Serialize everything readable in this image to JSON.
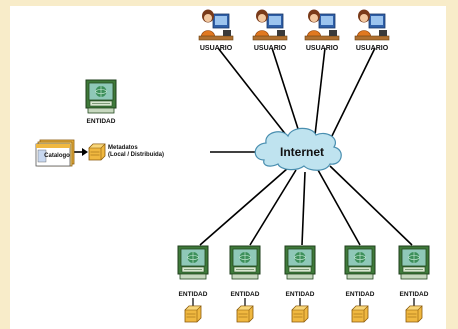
{
  "cloud": {
    "label": "Internet"
  },
  "users": [
    {
      "label": "USUARIO"
    },
    {
      "label": "USUARIO"
    },
    {
      "label": "USUARIO"
    },
    {
      "label": "USUARIO"
    }
  ],
  "entity_left": {
    "label": "ENTIDAD"
  },
  "entities_bottom": [
    {
      "label": "ENTIDAD"
    },
    {
      "label": "ENTIDAD"
    },
    {
      "label": "ENTIDAD"
    },
    {
      "label": "ENTIDAD"
    },
    {
      "label": "ENTIDAD"
    }
  ],
  "catalog": {
    "label": "Catalogo"
  },
  "metadata": {
    "line1": "Metadatos",
    "line2": "(Local / Distribuida)"
  },
  "colors": {
    "background": "#f8ecc9",
    "cloud_fill": "#bfe3ef",
    "computer_frame": "#3f7a3a",
    "server_box": "#f0b840"
  }
}
